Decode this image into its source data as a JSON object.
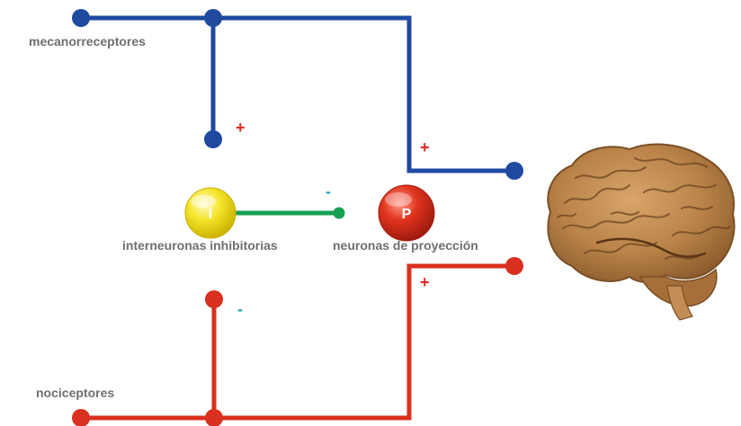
{
  "labels": {
    "mechanoreceptors": "mecanorreceptores",
    "nociceptors": "nociceptores",
    "inhibitory_interneurons": "interneuronas inhibitorias",
    "projection_neurons": "neuronas de proyección"
  },
  "nodes": {
    "interneuron_letter": "I",
    "projection_letter": "P"
  },
  "signs": {
    "blue_to_interneuron": "+",
    "blue_to_brain": "+",
    "interneuron_to_projection": "-",
    "red_to_interneuron": "-",
    "red_to_brain": "+"
  },
  "colors": {
    "mechanoreceptor_pathway": "#1f4aa0",
    "nociceptor_pathway": "#d9301f",
    "inhibitory_connection": "#17a052",
    "plus_sign": "#e0281e",
    "minus_sign": "#1a9cc7",
    "label_text": "#6f6f6f",
    "interneuron_fill": "#f2e21a",
    "projection_fill": "#d9301f",
    "brain_fill": "#b8854a"
  },
  "icons": {
    "brain": "brain-illustration"
  }
}
